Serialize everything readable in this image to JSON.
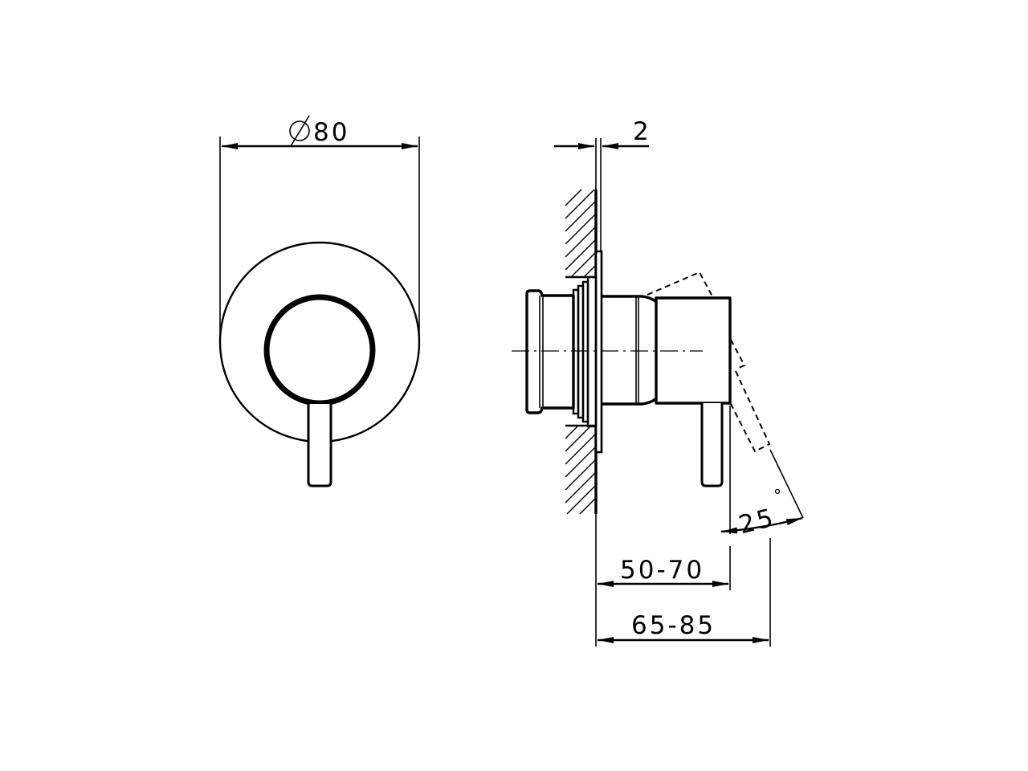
{
  "drawing": {
    "front_view": {
      "diameter_label": "∅80",
      "diameter_symbol": "∅",
      "diameter_value": "80"
    },
    "side_view": {
      "plate_thickness_label": "2",
      "lever_angle_label": "25",
      "lever_angle_unit": "°",
      "projection_short_label": "50-70",
      "projection_long_label": "65-85"
    },
    "colors": {
      "line": "#000000",
      "background": "#ffffff"
    }
  }
}
